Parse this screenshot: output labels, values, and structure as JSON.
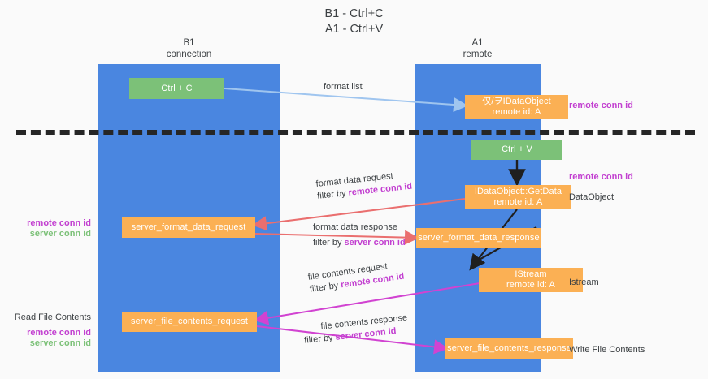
{
  "title": "B1 - Ctrl+C\nA1 - Ctrl+V",
  "lanes": [
    {
      "name": "lane-b1",
      "header": "B1\nconnection"
    },
    {
      "name": "lane-a1",
      "header": "A1\nremote"
    }
  ],
  "colors": {
    "lane": "#4a86e0",
    "node_green": "#7cc178",
    "node_orange": "#fbb054",
    "remote_conn_id": "#c23fd0",
    "server_conn_id": "#7cc178",
    "arrow_blue": "#9fc5ef",
    "arrow_red": "#ea6f6f",
    "arrow_magenta": "#d143d1",
    "arrow_black": "#1f1f1f",
    "divider": "#262626"
  },
  "nodes": {
    "ctrl_c": "Ctrl + C",
    "idataobject_remote": "仅/ヲIDataObject\nremote id: A",
    "ctrl_v": "Ctrl + V",
    "getdata": "IDataObject::GetData\nremote id: A",
    "server_format_data_request": "server_format_data_request",
    "server_format_data_response": "server_format_data_response",
    "istream": "IStream\nremote id: A",
    "server_file_contents_request": "server_file_contents_request",
    "server_file_contents_response": "server_file_contents_response"
  },
  "edges": {
    "format_list": "format list",
    "format_data_request": "format data request",
    "format_data_request_filter_prefix": "filter by ",
    "format_data_request_filter_key": "remote conn id",
    "format_data_response": "format data response",
    "format_data_response_filter_prefix": "filter by ",
    "format_data_response_filter_key": "server conn id",
    "file_contents_request": "file contents request",
    "file_contents_request_filter_prefix": "filter by ",
    "file_contents_request_filter_key": "remote conn id",
    "file_contents_response": "file contents response",
    "file_contents_response_filter_prefix": "filter by ",
    "file_contents_response_filter_key": "server conn id"
  },
  "annotations": {
    "right_remote_conn_id_top": "remote conn id",
    "right_remote_conn_id_mid": "remote conn id",
    "right_dataobject": "DataObject",
    "right_istream": "Istream",
    "right_write_file_contents": "Write File Contents",
    "left_remote_conn_id": "remote conn id",
    "left_server_conn_id": "server conn id",
    "left_read_file_contents": "Read File Contents",
    "left_remote_conn_id_2": "remote conn id",
    "left_server_conn_id_2": "server conn id"
  }
}
